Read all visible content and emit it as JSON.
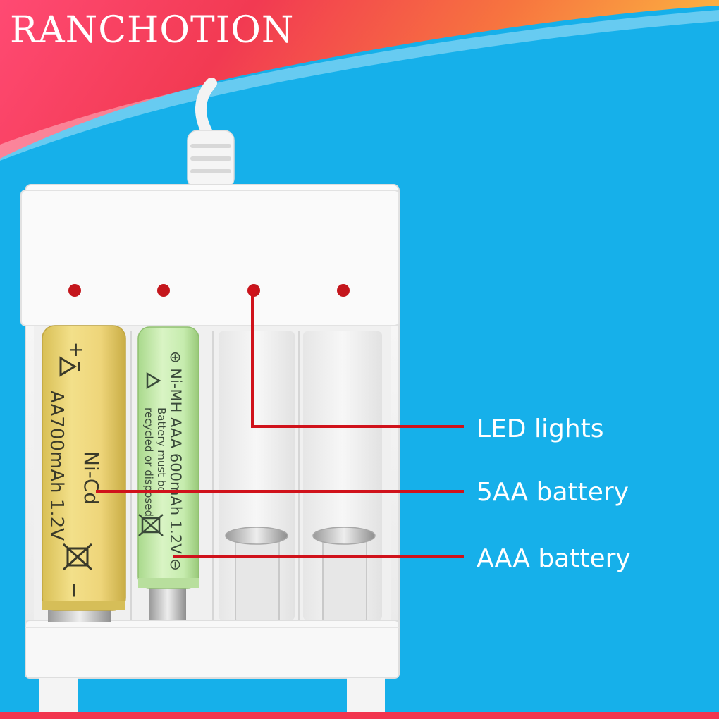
{
  "brand": {
    "name": "RANCHOTION"
  },
  "charger": {
    "led_count": 4,
    "slot_count": 4,
    "colors": {
      "body": "#f5f5f5",
      "led": "#c4161c",
      "cable": "#f8f8f8"
    }
  },
  "batteries": {
    "aa": {
      "plus": "+",
      "chemistry": "Ni-Cd",
      "spec": "AA700mAh 1.2V",
      "minus": "−",
      "color": "#ecd77a"
    },
    "aaa": {
      "chemistry_line": "⊕ Ni-MH AAA 600mAh 1.2V ⊖",
      "notice_line1": "Battery must be",
      "notice_line2": "recycled or disposed",
      "color": "#c8edb0"
    }
  },
  "callouts": [
    {
      "label": "LED lights"
    },
    {
      "label": "5AA battery"
    },
    {
      "label": "AAA battery"
    }
  ],
  "colors": {
    "background": "#16b0ea",
    "callout_line": "#d0121b",
    "banner_start": "#f0355d",
    "banner_end": "#f9a13a"
  },
  "icons": [
    "recycle-icon",
    "crossed-bin-icon"
  ]
}
